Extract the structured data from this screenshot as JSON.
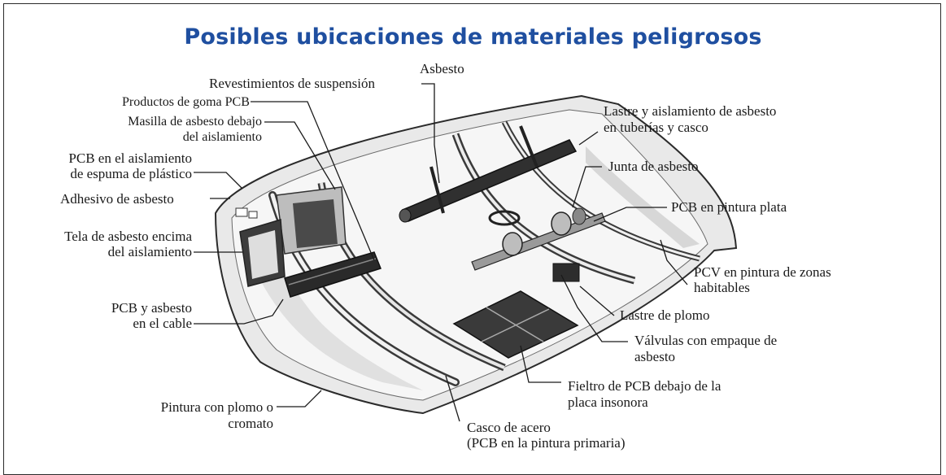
{
  "title": "Posibles ubicaciones de materiales peligrosos",
  "labels": {
    "asbesto": "Asbesto",
    "revestimientos": "Revestimientos de suspensión",
    "goma_pcb": "Productos de goma PCB",
    "masilla_1": "Masilla de asbesto debajo",
    "masilla_2": "del aislamiento",
    "pcb_espuma_1": "PCB en el aislamiento",
    "pcb_espuma_2": "de espuma de plástico",
    "adhesivo": "Adhesivo de asbesto",
    "tela_1": "Tela de asbesto encima",
    "tela_2": "del aislamiento",
    "pcb_cable_1": "PCB y asbesto",
    "pcb_cable_2": "en el cable",
    "pintura_plomo_1": "Pintura con plomo o",
    "pintura_plomo_2": "cromato",
    "casco_1": "Casco de acero",
    "casco_2": "(PCB en la pintura primaria)",
    "fieltro_1": "Fieltro de PCB debajo de la",
    "fieltro_2": "placa insonora",
    "valvulas_1": "Válvulas con empaque de",
    "valvulas_2": "asbesto",
    "lastre_plomo": "Lastre de plomo",
    "pcv_1": "PCV en pintura de zonas",
    "pcv_2": "habitables",
    "pcb_plata": "PCB en pintura plata",
    "junta": "Junta de asbesto",
    "lastre_1": "Lastre y aislamiento de asbesto",
    "lastre_2": "en tuberías y casco"
  }
}
